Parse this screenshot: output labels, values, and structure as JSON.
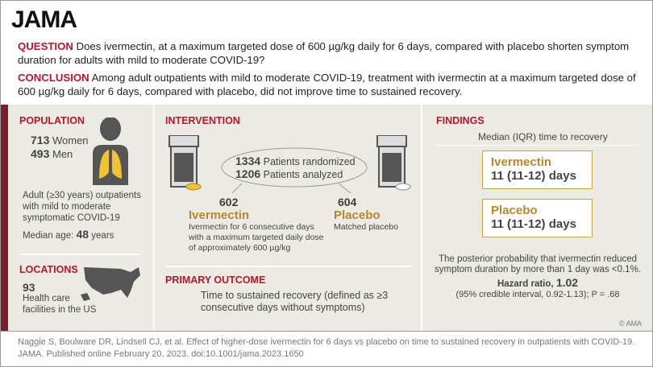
{
  "logo": "JAMA",
  "question": {
    "label": "QUESTION",
    "text": "Does ivermectin, at a maximum targeted dose of 600 µg/kg daily for 6 days, compared with placebo shorten symptom duration for adults with mild to moderate COVID-19?"
  },
  "conclusion": {
    "label": "CONCLUSION",
    "text": "Among adult outpatients with mild to moderate COVID-19, treatment with ivermectin at a maximum targeted dose of 600 µg/kg daily for 6 days, compared with placebo, did not improve time to sustained recovery."
  },
  "population": {
    "heading": "POPULATION",
    "women_n": "713",
    "women": "Women",
    "men_n": "493",
    "men": "Men",
    "desc": "Adult (≥30 years) outpatients with mild to moderate symptomatic COVID-19",
    "age_label": "Median age:",
    "age_n": "48",
    "age_unit": "years"
  },
  "locations": {
    "heading": "LOCATIONS",
    "n": "93",
    "desc": "Health care facilities in the US"
  },
  "intervention": {
    "heading": "INTERVENTION",
    "randomized_n": "1334",
    "randomized": "Patients randomized",
    "analyzed_n": "1206",
    "analyzed": "Patients analyzed",
    "arm1": {
      "n": "602",
      "name": "Ivermectin",
      "desc": "Ivermectin for 6 consecutive days with a maximum targeted daily dose of approximately 600 µg/kg"
    },
    "arm2": {
      "n": "604",
      "name": "Placebo",
      "desc": "Matched placebo"
    }
  },
  "outcome": {
    "heading": "PRIMARY OUTCOME",
    "text": "Time to sustained recovery (defined as ≥3 consecutive days without symptoms)"
  },
  "findings": {
    "heading": "FINDINGS",
    "subtitle": "Median (IQR) time to recovery",
    "ivermectin": {
      "name": "Ivermectin",
      "value": "11 (11-12) days"
    },
    "placebo": {
      "name": "Placebo",
      "value": "11 (11-12) days"
    },
    "posterior": "The posterior probability that ivermectin reduced symptom duration by more than 1 day was <0.1%.",
    "hr_label": "Hazard ratio,",
    "hr": "1.02",
    "ci": "(95% credible interval, 0.92-1.13); P = .68",
    "copyright": "© AMA"
  },
  "citation": "Naggie S, Boulware DR, Lindsell CJ, et al. Effect of higher-dose ivermectin for 6 days vs placebo on time to sustained recovery in outpatients with COVID-19. JAMA. Published online February 20, 2023. doi:10.1001/jama.2023.1650",
  "colors": {
    "accent": "#b5172d",
    "gold": "#b8862b",
    "panel": "#ecebe3",
    "strip": "#7b1f2b"
  }
}
